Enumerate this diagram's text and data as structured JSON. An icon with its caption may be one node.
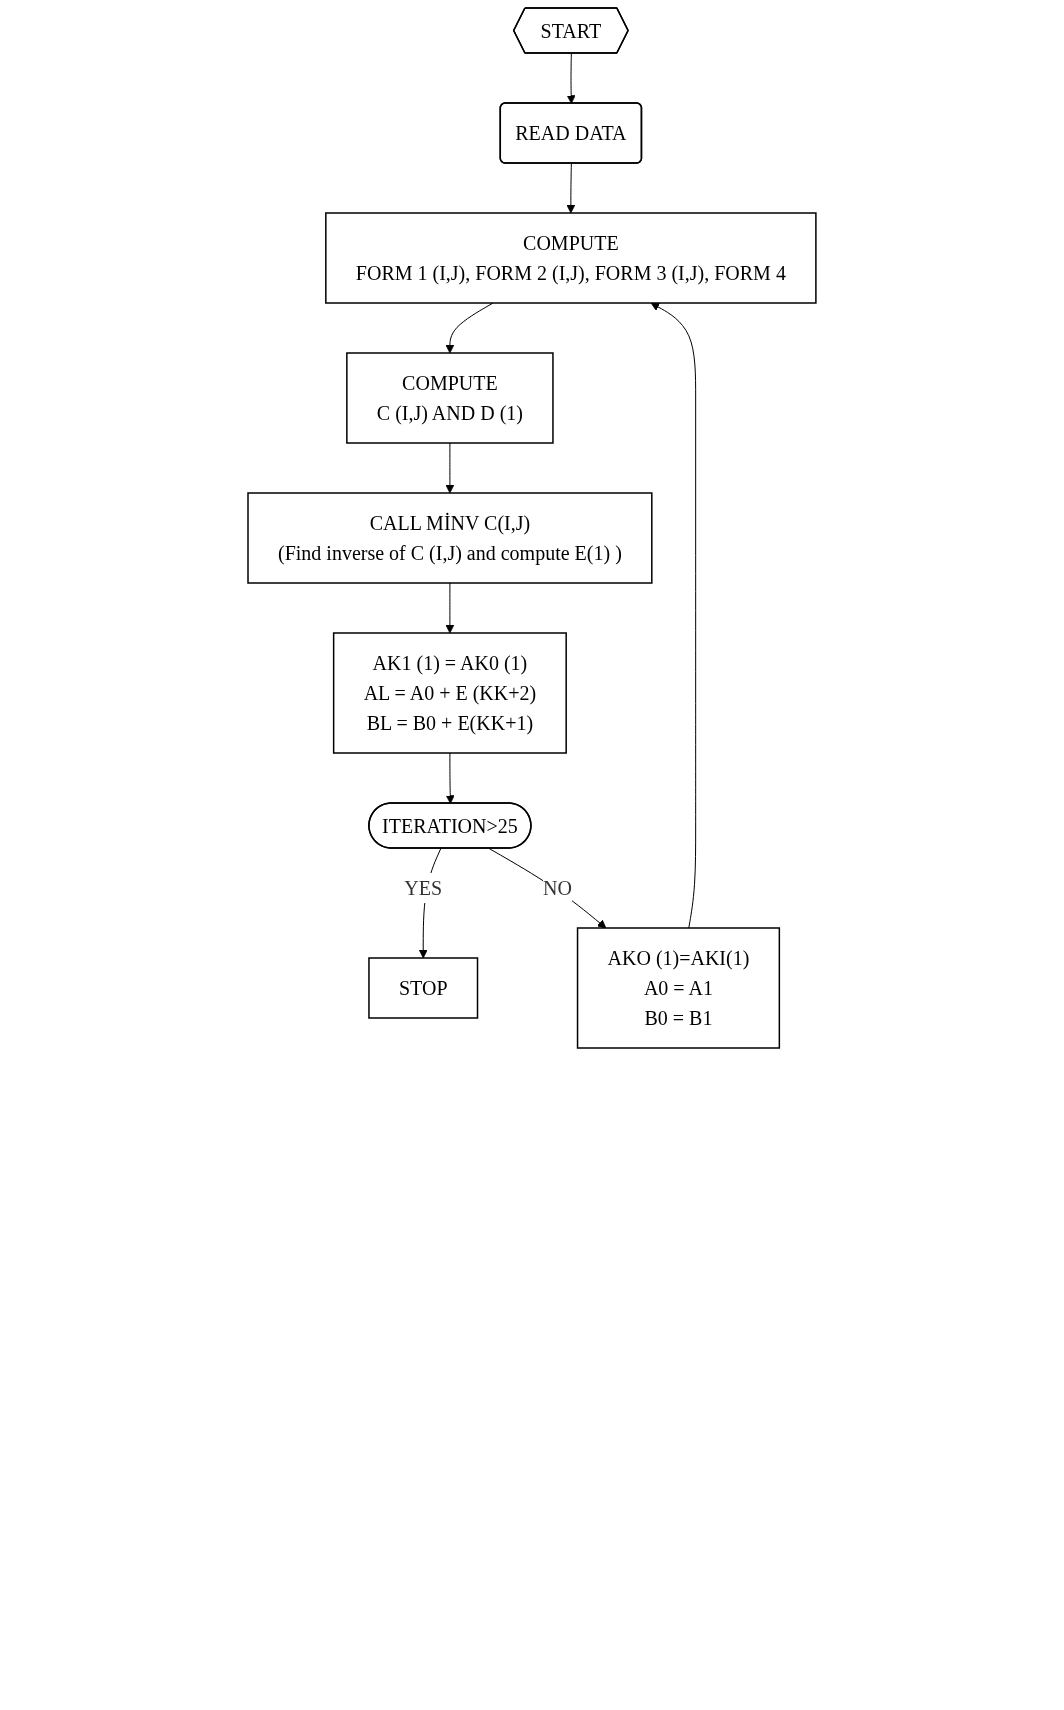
{
  "diagram": {
    "nodes": [
      {
        "text": [
          "START"
        ]
      },
      {
        "text": [
          "READ DATA"
        ]
      },
      {
        "text": [
          "COMPUTE",
          "FORM 1 (I,J),  FORM 2 (I,J),  FORM 3 (I,J), FORM 4"
        ]
      },
      {
        "text": [
          "COMPUTE",
          "C (I,J)  AND   D (1)"
        ]
      },
      {
        "text": [
          "CALL MİNV C(I,J)",
          "(Find inverse of C (I,J)  and compute E(1) )"
        ]
      },
      {
        "text": [
          "AK1 (1) = AK0 (1)",
          "AL = A0 + E (KK+2)",
          "BL = B0 + E(KK+1)"
        ]
      },
      {
        "text": [
          "ITERATION>25"
        ]
      },
      {
        "text": [
          "STOP"
        ]
      },
      {
        "text": [
          "AKO (1)=AKI(1)",
          "A0 = A1",
          "B0 = B1"
        ]
      }
    ],
    "edges": [
      {
        "from": 0,
        "to": 1,
        "arrow": "to"
      },
      {
        "from": 1,
        "to": 2,
        "arrow": "to"
      },
      {
        "from": 2,
        "to": 3,
        "arrow": "to"
      },
      {
        "from": 3,
        "to": 4,
        "arrow": "to"
      },
      {
        "from": 4,
        "to": 5,
        "arrow": "to"
      },
      {
        "from": 5,
        "to": 6,
        "arrow": "to"
      },
      {
        "from": 6,
        "to": 7,
        "label": "YES",
        "arrow": "to"
      },
      {
        "from": 6,
        "to": 8,
        "label": "NO",
        "arrow": "to"
      },
      {
        "from": 8,
        "to": 2,
        "arrow": "to"
      }
    ]
  }
}
